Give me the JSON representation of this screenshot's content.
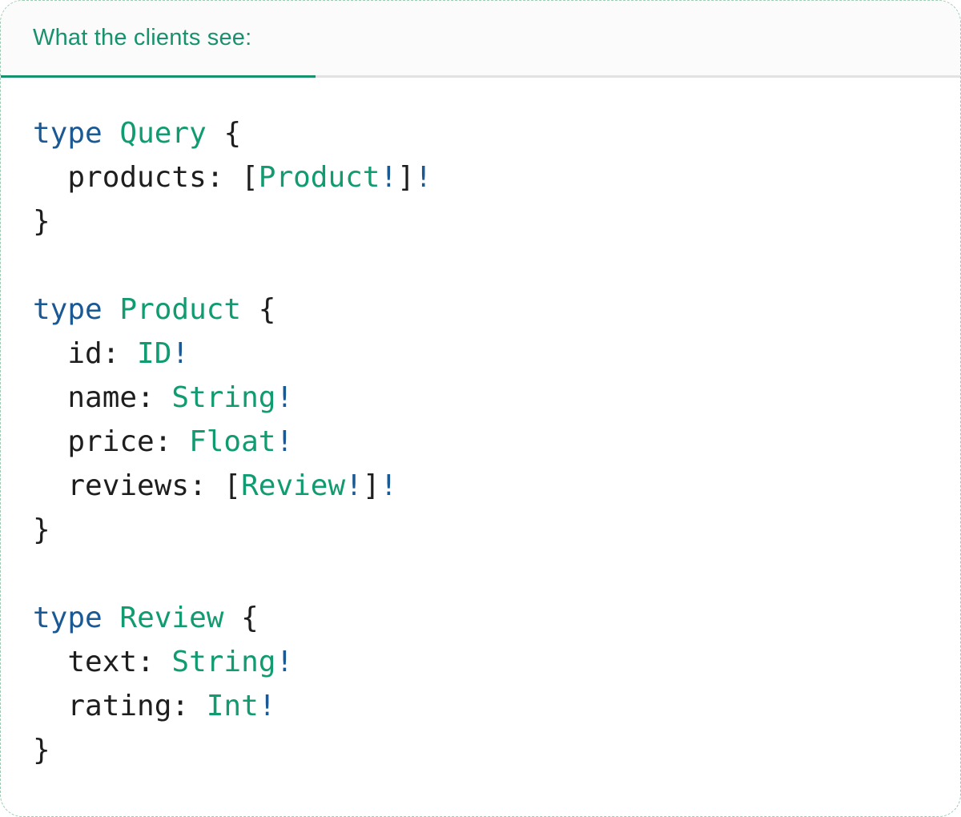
{
  "tab": {
    "label": "What the clients see:"
  },
  "colors": {
    "keyword": "#1b5994",
    "type": "#109b70",
    "plain": "#1e1e1e",
    "header_teal": "#18926d",
    "divider_gray": "#e2e2e2",
    "tab_bg": "#fbfbfb",
    "card_border": "#9ccab2"
  },
  "code": {
    "language": "graphql",
    "lines": [
      [
        {
          "t": "type",
          "c": "kw"
        },
        {
          "t": " ",
          "c": "pl"
        },
        {
          "t": "Query",
          "c": "ty"
        },
        {
          "t": " {",
          "c": "pl"
        }
      ],
      [
        {
          "t": "  products: [",
          "c": "pl"
        },
        {
          "t": "Product",
          "c": "ty"
        },
        {
          "t": "!",
          "c": "kw"
        },
        {
          "t": "]",
          "c": "pl"
        },
        {
          "t": "!",
          "c": "kw"
        }
      ],
      [
        {
          "t": "}",
          "c": "pl"
        }
      ],
      [],
      [
        {
          "t": "type",
          "c": "kw"
        },
        {
          "t": " ",
          "c": "pl"
        },
        {
          "t": "Product",
          "c": "ty"
        },
        {
          "t": " {",
          "c": "pl"
        }
      ],
      [
        {
          "t": "  id: ",
          "c": "pl"
        },
        {
          "t": "ID",
          "c": "ty"
        },
        {
          "t": "!",
          "c": "kw"
        }
      ],
      [
        {
          "t": "  name: ",
          "c": "pl"
        },
        {
          "t": "String",
          "c": "ty"
        },
        {
          "t": "!",
          "c": "kw"
        }
      ],
      [
        {
          "t": "  price: ",
          "c": "pl"
        },
        {
          "t": "Float",
          "c": "ty"
        },
        {
          "t": "!",
          "c": "kw"
        }
      ],
      [
        {
          "t": "  reviews: [",
          "c": "pl"
        },
        {
          "t": "Review",
          "c": "ty"
        },
        {
          "t": "!",
          "c": "kw"
        },
        {
          "t": "]",
          "c": "pl"
        },
        {
          "t": "!",
          "c": "kw"
        }
      ],
      [
        {
          "t": "}",
          "c": "pl"
        }
      ],
      [],
      [
        {
          "t": "type",
          "c": "kw"
        },
        {
          "t": " ",
          "c": "pl"
        },
        {
          "t": "Review",
          "c": "ty"
        },
        {
          "t": " {",
          "c": "pl"
        }
      ],
      [
        {
          "t": "  text: ",
          "c": "pl"
        },
        {
          "t": "String",
          "c": "ty"
        },
        {
          "t": "!",
          "c": "kw"
        }
      ],
      [
        {
          "t": "  rating: ",
          "c": "pl"
        },
        {
          "t": "Int",
          "c": "ty"
        },
        {
          "t": "!",
          "c": "kw"
        }
      ],
      [
        {
          "t": "}",
          "c": "pl"
        }
      ]
    ]
  }
}
